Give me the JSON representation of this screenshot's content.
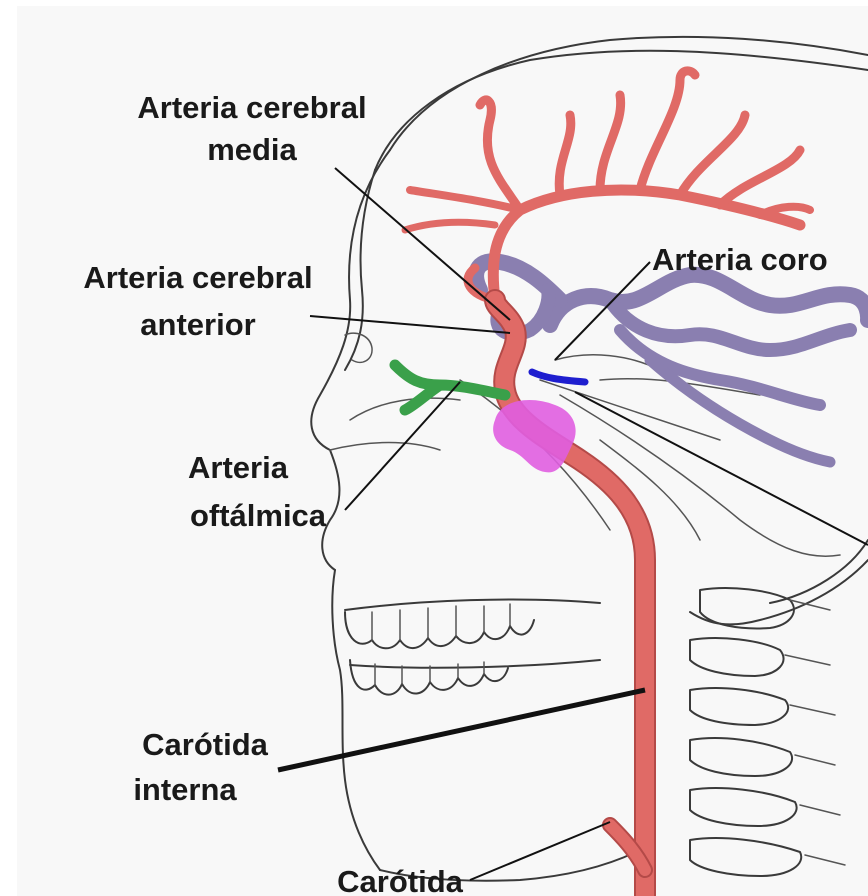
{
  "labels": {
    "cerebral_media_1": "Arteria cerebral",
    "cerebral_media_2": "media",
    "cerebral_anterior_1": "Arteria cerebral",
    "cerebral_anterior_2": "anterior",
    "coroidea": "Arteria coro",
    "oftalmica_1": "Arteria",
    "oftalmica_2": "oftálmica",
    "carotida_interna_1": "Carótida",
    "carotida_interna_2": "interna",
    "carotida_externa": "Carótida"
  },
  "colors": {
    "background": "#f8f8f8",
    "artery_red": "#e06a66",
    "artery_red_dark": "#b44a48",
    "purple_artery": "#8a7fb0",
    "purple_dark": "#5e5690",
    "green_artery": "#3aa04a",
    "blue_artery": "#1e1ecf",
    "magenta_gland": "#e05ee0",
    "outline": "#3a3a3a"
  }
}
